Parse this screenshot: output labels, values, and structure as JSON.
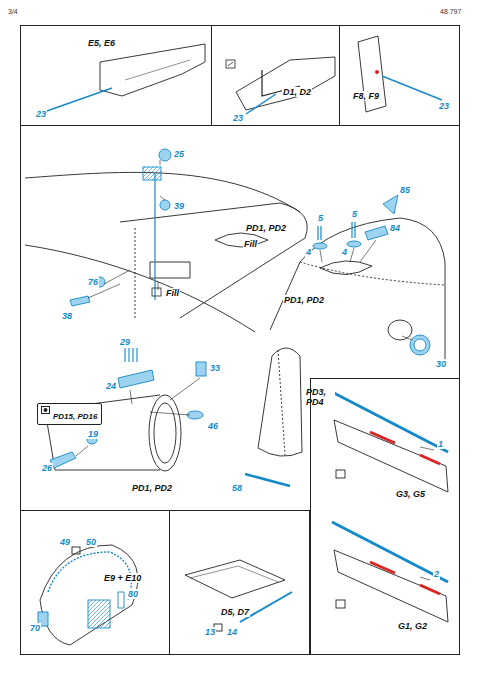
{
  "diagram": {
    "nodes": [
      {
        "text": [
          "E5, E6",
          "23"
        ]
      },
      {
        "text": [
          "23",
          "D1, D2"
        ]
      },
      {
        "text": [
          "F8, F9",
          "23"
        ]
      },
      {
        "text": [
          "25",
          "39",
          "PD1, PD2",
          "Fill",
          "Fill",
          "76",
          "38",
          "85",
          "5",
          "5",
          "4",
          "4",
          "84",
          "PD1, PD2",
          "30",
          "29",
          "24",
          "33",
          "46",
          "19",
          "26",
          "PD1, PD2",
          "PD3, PD4",
          "58"
        ]
      },
      {
        "text": [
          "PD15, PD16"
        ],
        "in": 3
      },
      {
        "text": [
          "1",
          "G3, G5",
          "2",
          "G1, G2"
        ]
      },
      {
        "text": [
          "49",
          "50",
          "E9 + E10",
          "80",
          "70"
        ]
      },
      {
        "text": [
          "D5, D7",
          "13",
          "14"
        ]
      }
    ],
    "labels": [
      "3/4",
      "48 797"
    ]
  }
}
